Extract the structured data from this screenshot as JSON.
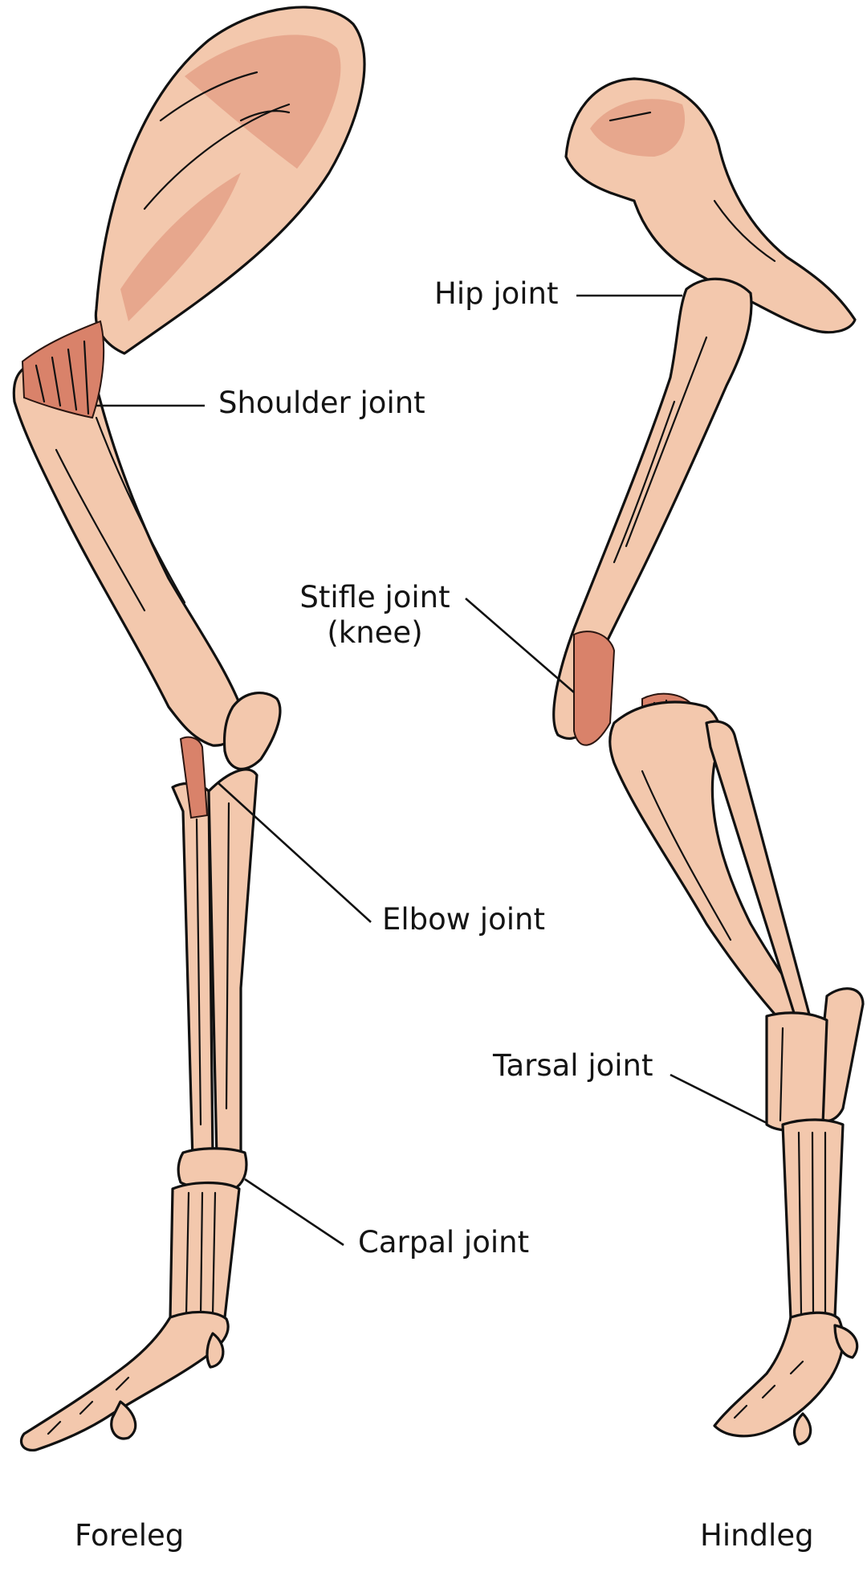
{
  "labels": {
    "shoulder_joint": "Shoulder joint",
    "elbow_joint": "Elbow joint",
    "carpal_joint": "Carpal joint",
    "hip_joint": "Hip joint",
    "stifle_joint_line1": "Stifle joint",
    "stifle_joint_line2": "(knee)",
    "tarsal_joint": "Tarsal joint",
    "foreleg": "Foreleg",
    "hindleg": "Hindleg"
  },
  "colors": {
    "bone": "#f3c8ad",
    "bone_shade": "#e7a78d",
    "muscle": "#d9826a",
    "outline": "#111111"
  }
}
